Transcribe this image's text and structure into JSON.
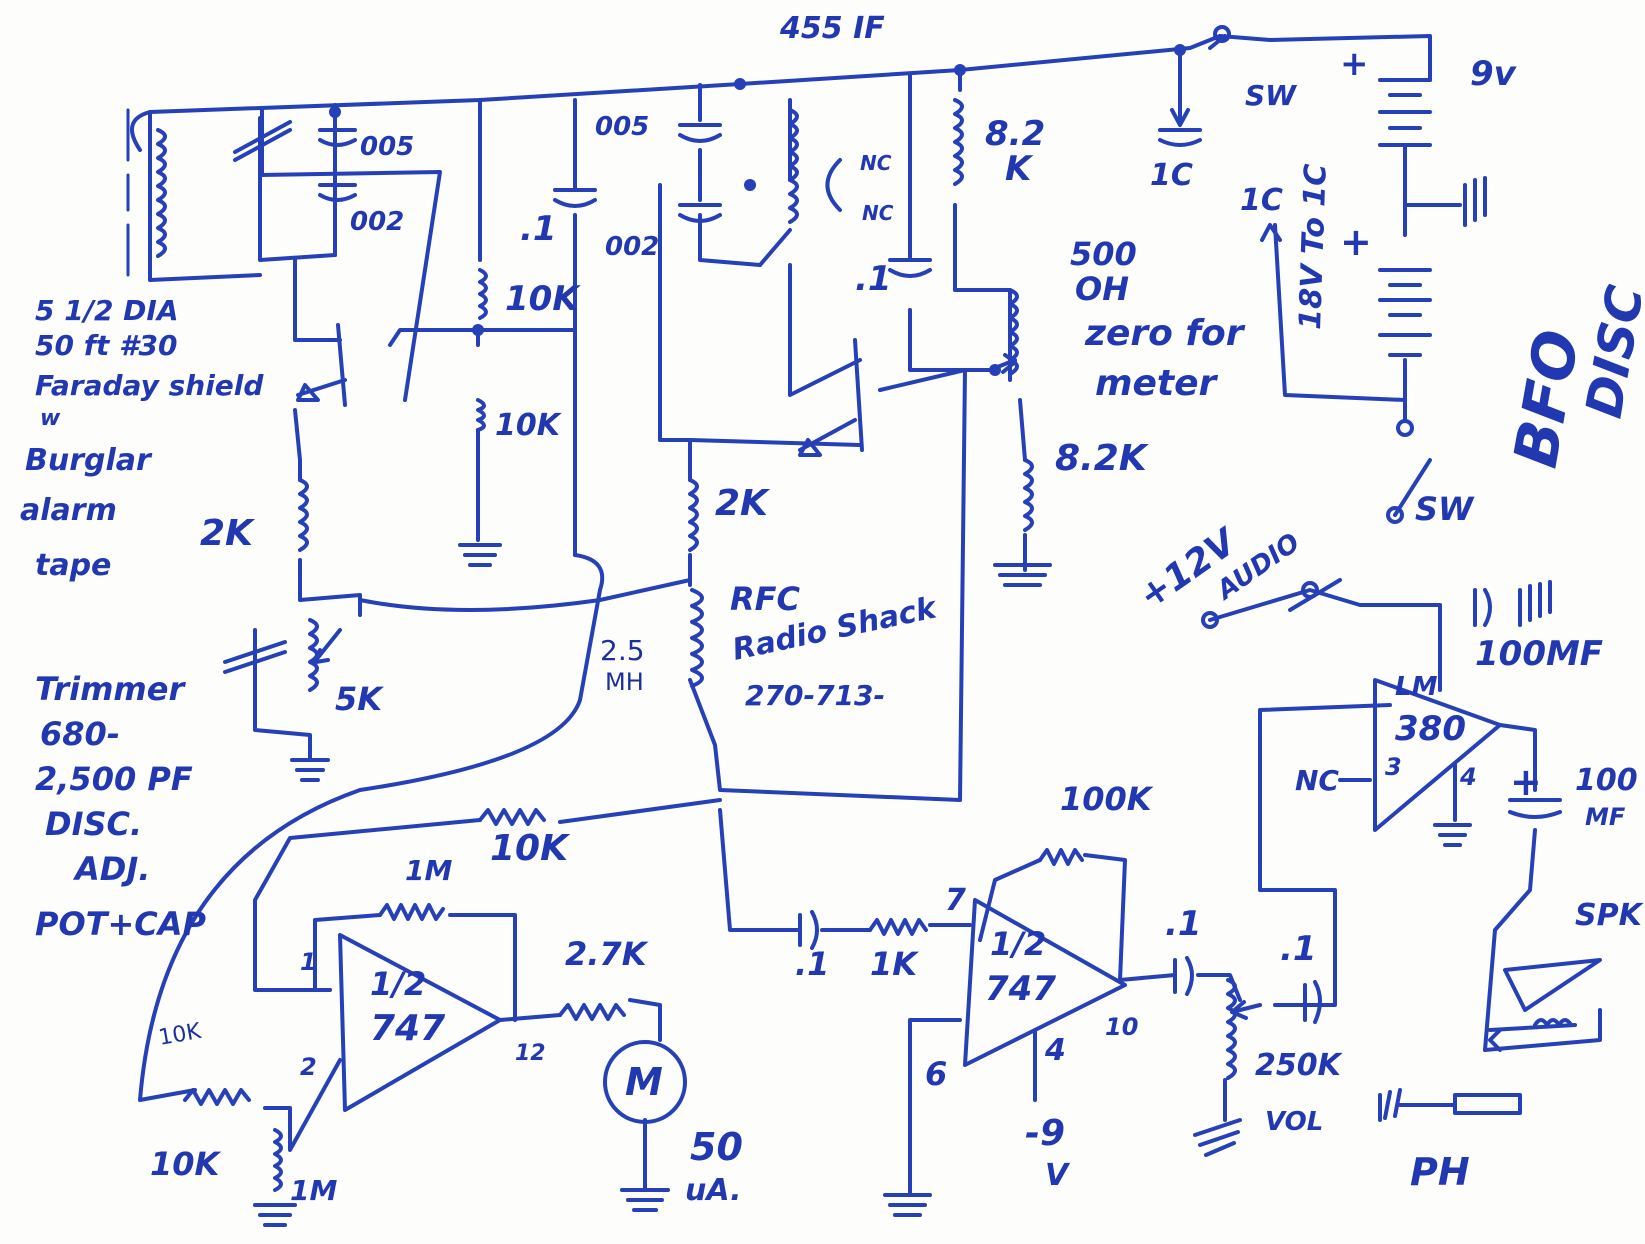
{
  "labels": {
    "if_455": "455 IF",
    "sw_top": "SW",
    "batt_9v": "9v",
    "batt_plus1": "+",
    "batt_plus2": "+",
    "cap_1c": "1C",
    "wire_1c": "1C",
    "v18_to_1c": "18V To 1C",
    "res_82k_top": "8.2",
    "res_82k_top_k": "K",
    "pot_500_a": "500",
    "pot_500_b": "OH",
    "pot_500_c": "zero for",
    "pot_500_d": "meter",
    "res_82k_bot": "8.2K",
    "bfo": "BFO",
    "disc": "DISC",
    "sw_bot": "SW",
    "v12_a": "+12V",
    "v12_b": "AUDIO",
    "cap_005_a": "005",
    "cap_002_a": "002",
    "cap_005_b": "005",
    "cap_002_b": "002",
    "cap_01_a": ".1",
    "cap_01_b": ".1",
    "nc_a": "NC",
    "nc_b": "NC",
    "res_10k_a": "10K",
    "res_10k_b": "10K",
    "res_2k_a": "2K",
    "res_2k_b": "2K",
    "coil_a": "5 1/2 DIA",
    "coil_b": "50 ft #30",
    "coil_c": "Faraday shield",
    "coil_d": "w",
    "coil_e": "Burglar",
    "coil_f": "alarm",
    "coil_g": "tape",
    "trimmer_a": "Trimmer",
    "trimmer_b": "680-",
    "trimmer_c": "2,500 PF",
    "trimmer_d": "DISC.",
    "trimmer_e": "ADJ.",
    "trimmer_f": "POT+CAP",
    "pot_5k": "5K",
    "rfc_a": "RFC",
    "rfc_b": "Radio Shack",
    "rfc_c": "270-713-",
    "mh_a": "2.5",
    "mh_b": "MH",
    "res_10k_mid": "10K",
    "res_1m_a": "1M",
    "res_27k": "2.7K",
    "opamp1_a": "1/2",
    "opamp1_b": "747",
    "pin_1": "1",
    "pin_2": "2",
    "pin_12": "12",
    "meter_m": "M",
    "meter_50a": "50",
    "meter_50b": "uA.",
    "res_10k_left": "10K",
    "res_10k_left_2": "10K",
    "res_1m_b": "1M",
    "res_100k": "100K",
    "cap_01_c": ".1",
    "res_1k": "1K",
    "pin_7": "7",
    "opamp2_a": "1/2",
    "opamp2_b": "747",
    "pin_6": "6",
    "pin_4a": "4",
    "pin_10": "10",
    "neg9_a": "-9",
    "neg9_b": "V",
    "cap_01_d": ".1",
    "cap_01_e": ".1",
    "pot_250k_a": "250K",
    "pot_250k_b": "VOL",
    "lm380_a": "LM",
    "lm380_b": "380",
    "nc_c": "NC",
    "pin_3": "3",
    "pin_4b": "4",
    "cap_100mf_a": "100MF",
    "cap_100mf_b1": "100",
    "cap_100mf_b2": "MF",
    "cap_plus": "+",
    "spk": "SPK",
    "ph": "PH"
  }
}
